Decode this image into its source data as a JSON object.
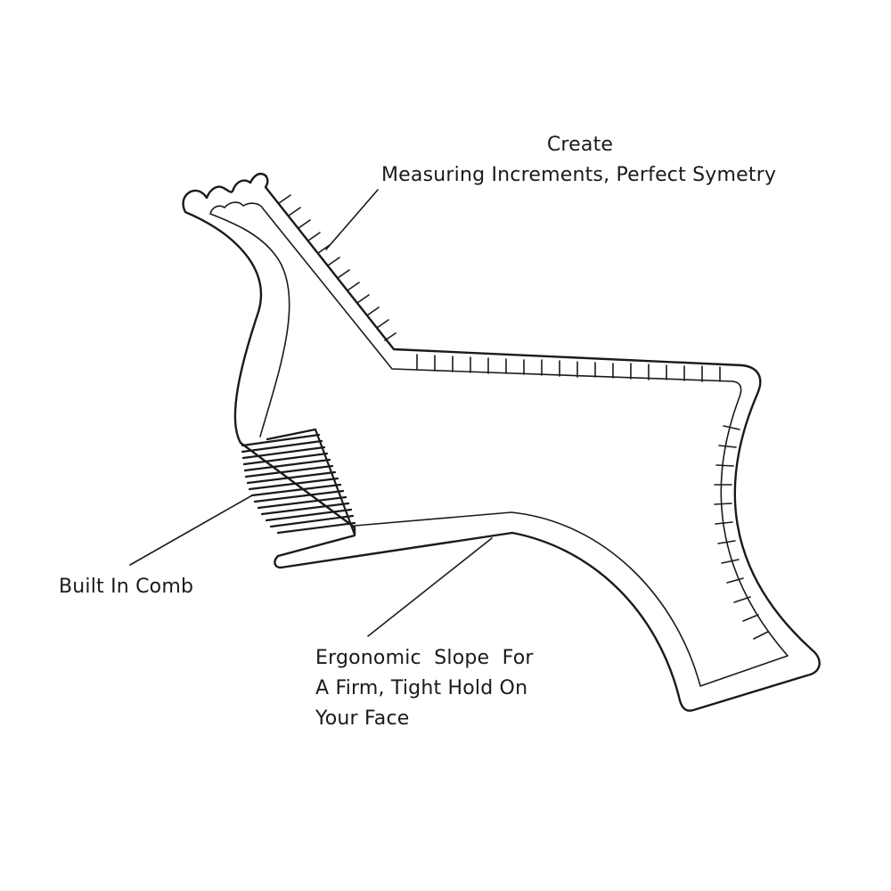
{
  "labels": {
    "measuring": {
      "line1": "Create",
      "line2": "Measuring Increments, Perfect Symetry"
    },
    "comb": {
      "text": "Built In Comb"
    },
    "slope": {
      "line1": "Ergonomic  Slope  For",
      "line2": "A Firm, Tight Hold On",
      "line3": "Your Face"
    }
  },
  "colors": {
    "outline": "#1a1a1a",
    "background": "#ffffff"
  }
}
